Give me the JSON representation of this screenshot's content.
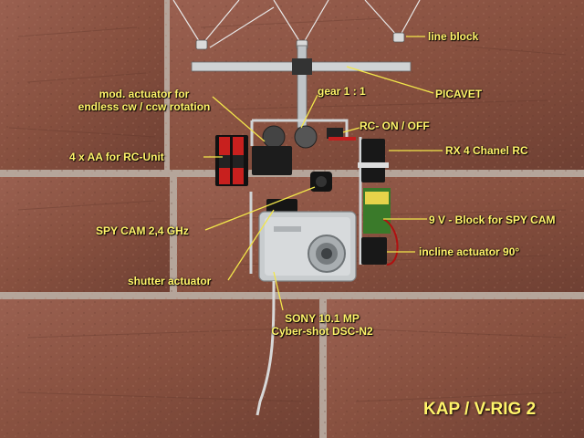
{
  "photo": {
    "labels": {
      "line_block": "line block",
      "picavet": "PICAVET",
      "mod_actuator_line1": "mod. actuator for",
      "mod_actuator_line2": "endless cw / ccw rotation",
      "gear": "gear 1 : 1",
      "rc_switch": "RC- ON / OFF",
      "batteries": "4 x AA for RC-Unit",
      "rx": "RX 4 Chanel RC",
      "spy_cam": "SPY CAM 2,4 GHz",
      "battery_9v": "9 V - Block for SPY CAM",
      "incline_actuator": "incline actuator 90°",
      "shutter_actuator": "shutter actuator",
      "camera_line1": "SONY  10.1 MP",
      "camera_line2": "Cyber-shot  DSC-N2",
      "title": "KAP / V-RIG 2"
    },
    "colors": {
      "label_text": "#fff46a",
      "brick": "#8c5546",
      "mortar": "#b9aaa0",
      "aluminium": "#cfd2d4",
      "camera_body": "#c8ccce"
    }
  }
}
